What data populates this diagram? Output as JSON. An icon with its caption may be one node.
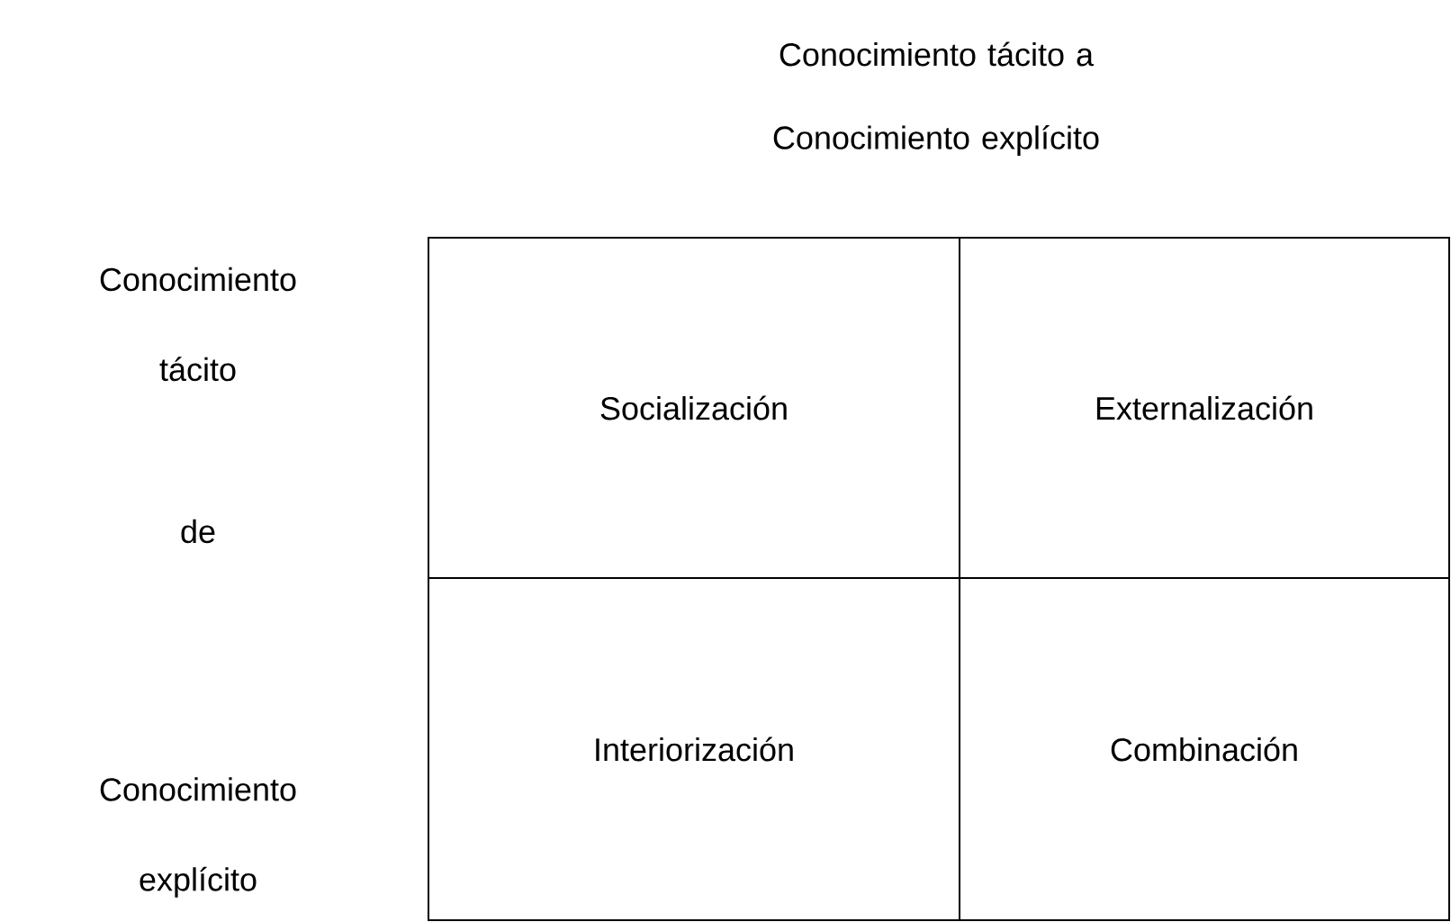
{
  "diagram": {
    "nodes": [
      {
        "text": [
          "Socialización"
        ]
      },
      {
        "text": [
          "Externalización"
        ]
      },
      {
        "text": [
          "Interiorización"
        ]
      },
      {
        "text": [
          "Combinación"
        ]
      }
    ],
    "labels": [
      "Conocimiento tácito a",
      "Conocimiento explícito",
      "Conocimiento tácito",
      "de",
      "Conocimiento explícito"
    ]
  }
}
